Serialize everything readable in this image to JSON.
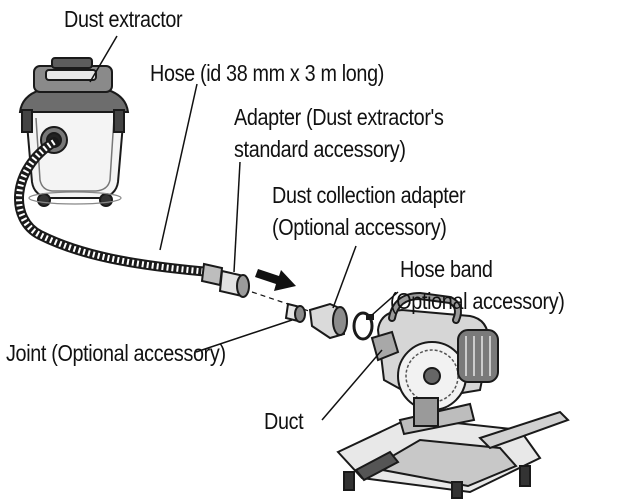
{
  "diagram": {
    "labels": {
      "dust_extractor": "Dust extractor",
      "hose": "Hose (id 38 mm x 3 m long)",
      "adapter_line1": "Adapter (Dust extractor's",
      "adapter_line2": "standard accessory)",
      "dust_collection_line1": "Dust collection adapter",
      "dust_collection_line2": "(Optional accessory)",
      "hose_band_line1": "Hose band",
      "hose_band_line2": "(Optional accessory)",
      "joint": "Joint (Optional accessory)",
      "duct": "Duct"
    },
    "colors": {
      "ink": "#111111",
      "line": "#1a1a1a",
      "shade": "#9a9a9a",
      "light": "#dcdcdc"
    }
  }
}
